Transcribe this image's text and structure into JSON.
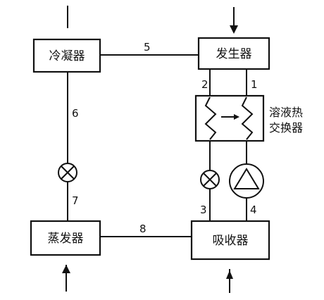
{
  "components": {
    "condenser": "冷凝器",
    "generator": "发生器",
    "evaporator": "蒸发器",
    "absorber": "吸收器",
    "heat_exchanger_line1": "溶液热",
    "heat_exchanger_line2": "交换器"
  },
  "pipes": {
    "p1": "1",
    "p2": "2",
    "p3": "3",
    "p4": "4",
    "p5": "5",
    "p6": "6",
    "p7": "7",
    "p8": "8"
  },
  "icons": [
    "throttle-valve-icon",
    "pump-icon",
    "flow-arrow-icon"
  ]
}
